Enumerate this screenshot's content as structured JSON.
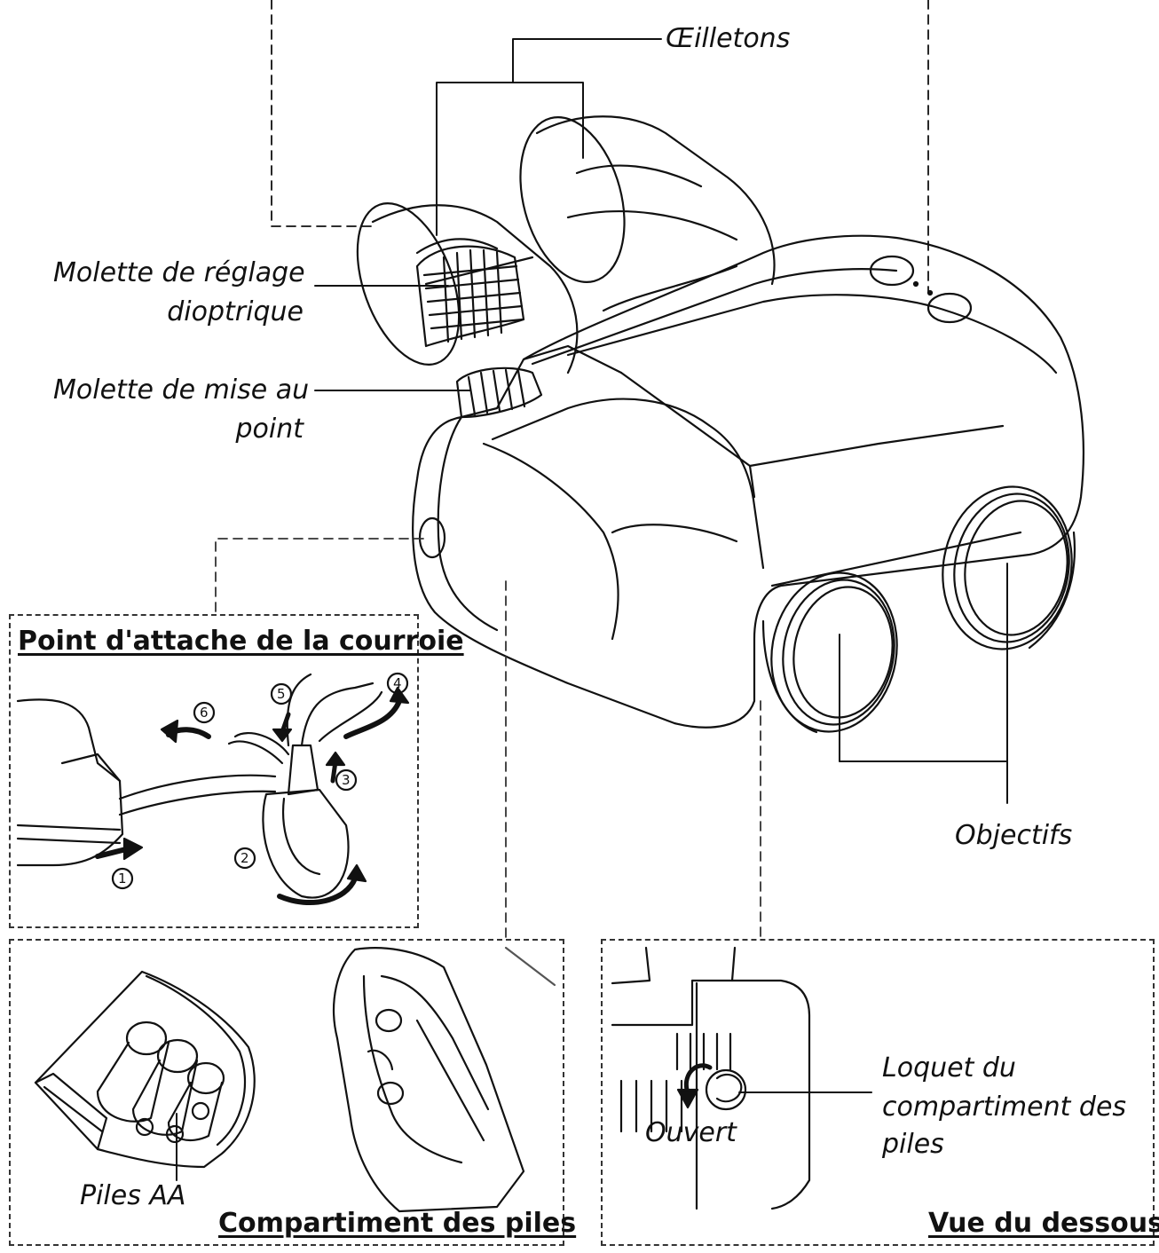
{
  "labels": {
    "eyecups": "Œilletons",
    "diopter": [
      "Molette de réglage",
      "dioptrique"
    ],
    "focus": [
      "Molette de mise au",
      "point"
    ],
    "objectives": "Objectifs",
    "batteries_aa": "Piles AA",
    "latch": [
      "Loquet du",
      "compartiment des",
      "piles"
    ],
    "open": "Ouvert"
  },
  "panels": {
    "strap_title": "Point d'attache de la courroie",
    "battery_title": "Compartiment des piles",
    "bottom_title": "Vue du dessous"
  },
  "steps": [
    "1",
    "2",
    "3",
    "4",
    "5",
    "6"
  ],
  "colors": {
    "line": "#111111",
    "dash": "#333333",
    "background": "#ffffff"
  }
}
